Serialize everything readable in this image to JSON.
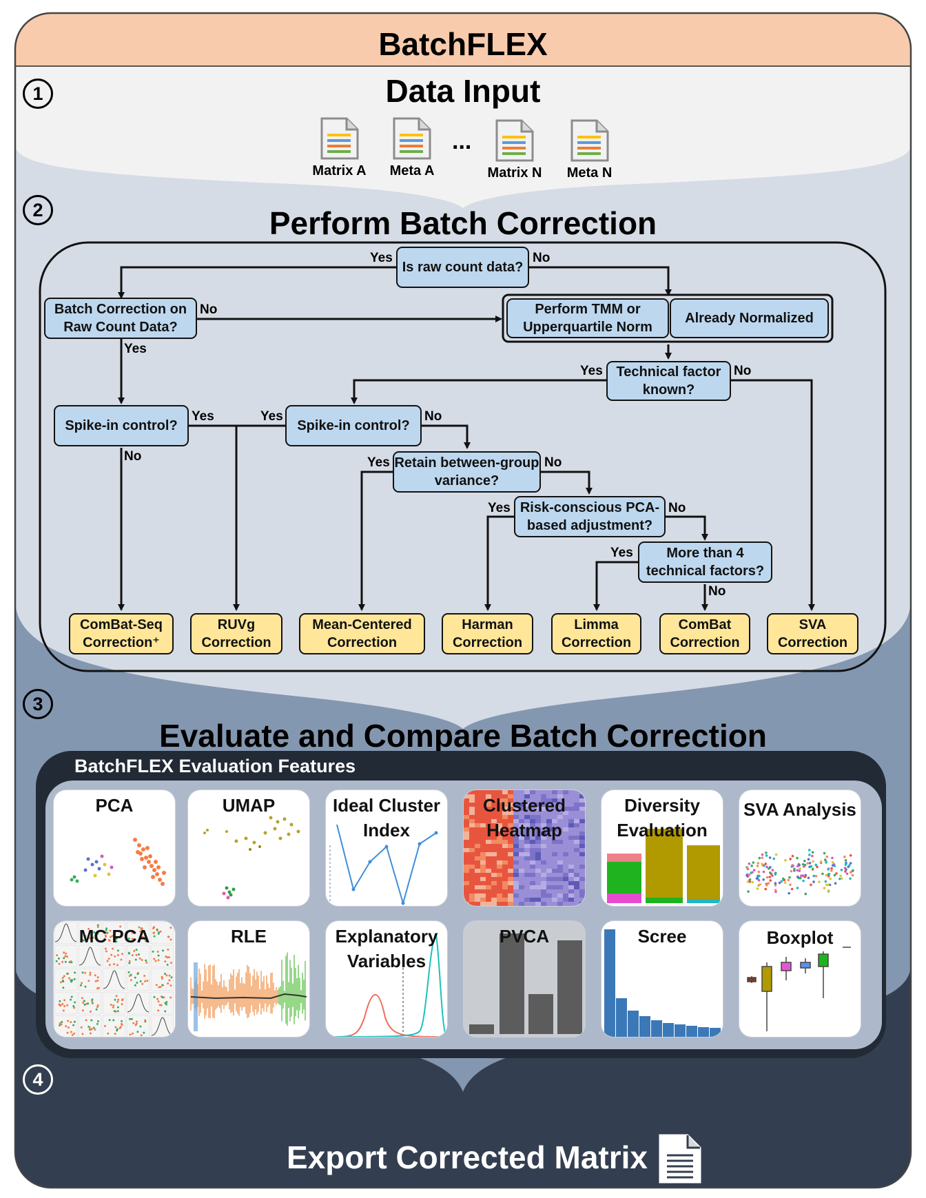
{
  "title": "BatchFLEX",
  "steps": {
    "s1": {
      "number": "1",
      "title": "Data Input"
    },
    "s2": {
      "number": "2",
      "title": "Perform Batch Correction"
    },
    "s3": {
      "number": "3",
      "title": "Evaluate and Compare Batch Correction"
    },
    "s4": {
      "number": "4",
      "title": "Export Corrected Matrix"
    }
  },
  "inputs": {
    "files": [
      "Matrix A",
      "Meta A",
      "Matrix N",
      "Meta N"
    ],
    "ellipsis": "..."
  },
  "flow": {
    "q_raw": "Is raw count data?",
    "q_batch_raw": "Batch Correction on Raw Count Data?",
    "norm_tmm": "Perform TMM or Upperquartile Norm",
    "norm_already": "Already Normalized",
    "q_tech": "Technical factor known?",
    "q_spike_left": "Spike-in control?",
    "q_spike_mid": "Spike-in control?",
    "q_retain": "Retain between-group variance?",
    "q_risk": "Risk-conscious PCA-based adjustment?",
    "q_more4": "More than 4 technical factors?",
    "yes": "Yes",
    "no": "No",
    "results": [
      "ComBat-Seq Correction⁺",
      "RUVg Correction",
      "Mean-Centered Correction",
      "Harman Correction",
      "Limma Correction",
      "ComBat Correction",
      "SVA Correction"
    ]
  },
  "evaluation": {
    "header": "BatchFLEX Evaluation Features",
    "features": [
      "PCA",
      "UMAP",
      "Ideal Cluster Index",
      "Clustered Heatmap",
      "Diversity Evaluation",
      "SVA Analysis",
      "MC PCA",
      "RLE",
      "Explanatory Variables",
      "PVCA",
      "Scree",
      "Boxplot"
    ]
  },
  "colors": {
    "header_band": "#f8cbad",
    "stage1": "#f2f2f2",
    "stage2": "#d6dce5",
    "stage3": "#8497b0",
    "stage4": "#333f50",
    "decision": "#bdd7ee",
    "result": "#ffe699",
    "eval_outer": "#222a35",
    "eval_inner": "#adb9ca"
  },
  "icons": [
    "document-icon",
    "document-lines-icon"
  ]
}
